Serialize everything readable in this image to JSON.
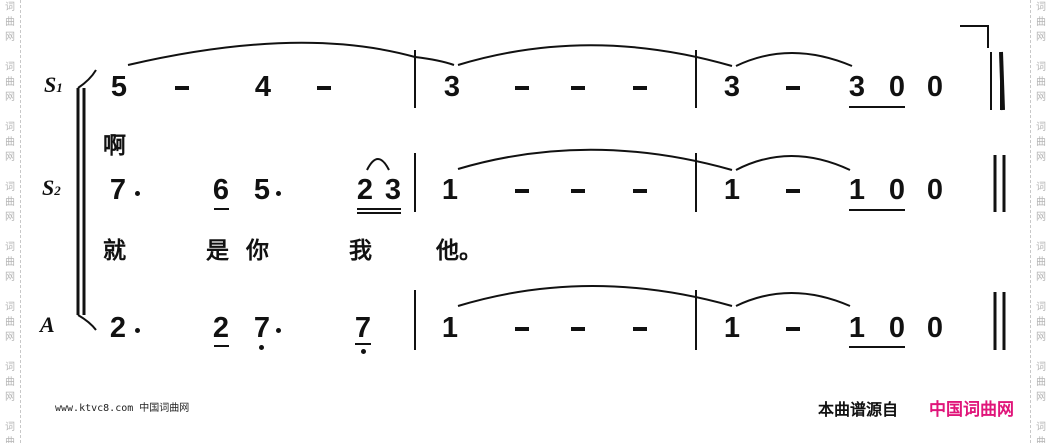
{
  "watermark": {
    "chars": [
      "词",
      "曲",
      "网"
    ]
  },
  "parts": [
    {
      "label": "S",
      "sub": "1",
      "notes": [
        "5",
        "-",
        "4",
        "-",
        "3",
        "-",
        "-",
        "-",
        "3",
        "-",
        "3",
        "0",
        "0"
      ]
    },
    {
      "label": "S",
      "sub": "2",
      "notes": [
        "7",
        "6",
        "5",
        "2",
        "3",
        "1",
        "-",
        "-",
        "-",
        "1",
        "-",
        "1",
        "0",
        "0"
      ]
    },
    {
      "label": "A",
      "sub": "",
      "notes": [
        "2",
        "2",
        "7",
        "7",
        "1",
        "-",
        "-",
        "-",
        "1",
        "-",
        "1",
        "0",
        "0"
      ]
    }
  ],
  "lyrics": {
    "s1": [
      "啊"
    ],
    "s2": [
      "就",
      "是",
      "你",
      "我",
      "他。"
    ]
  },
  "footer": {
    "site": "www.ktvc8.com 中国词曲网",
    "source_label": "本曲谱源自",
    "brand": "中国词曲网",
    "brand_color": "#e0157a"
  }
}
